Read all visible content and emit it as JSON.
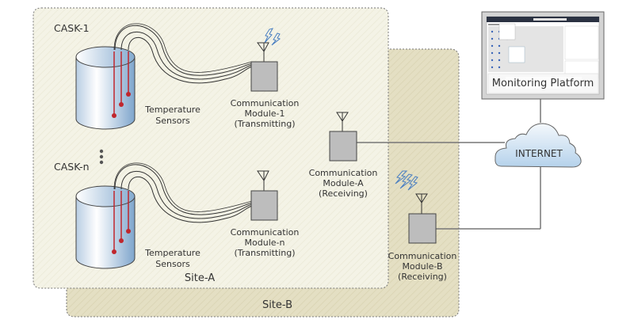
{
  "sites": {
    "site_a": {
      "label": "Site-A"
    },
    "site_b": {
      "label": "Site-B"
    }
  },
  "casks": [
    {
      "label": "CASK-1",
      "sensor_label": [
        "Temperature",
        "Sensors"
      ]
    },
    {
      "label": "CASK-n",
      "sensor_label": [
        "Temperature",
        "Sensors"
      ]
    }
  ],
  "ellipsis": "⋮",
  "modules": {
    "module_1": {
      "lines": [
        "Communication",
        "Module-1",
        "(Transmitting)"
      ]
    },
    "module_n": {
      "lines": [
        "Communication",
        "Module-n",
        "(Transmitting)"
      ]
    },
    "module_a": {
      "lines": [
        "Communication",
        "Module-A",
        "(Receiving)"
      ]
    },
    "module_b": {
      "lines": [
        "Communication",
        "Module-B",
        "(Receiving)"
      ]
    }
  },
  "internet": {
    "label": "INTERNET"
  },
  "monitoring": {
    "label": "Monitoring Platform"
  },
  "colors": {
    "site_a_fill": "#f4f3e6",
    "site_b_fill": "#e4dfc3",
    "module_fill": "#bdbdbd",
    "sensor_red": "#c0262d",
    "signal_blue": "#4a7fc1",
    "cloud_top": "#f2f7fc",
    "cloud_bottom": "#b9d5ec",
    "line_gray": "#777777"
  }
}
